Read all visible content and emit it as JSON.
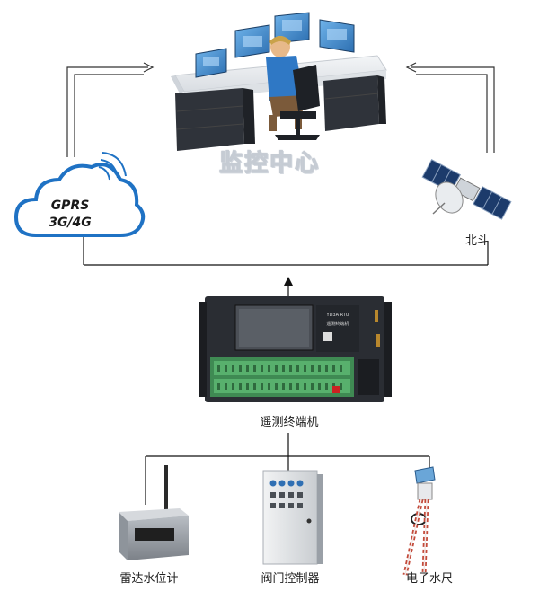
{
  "monitor_center": {
    "title": "监控中心"
  },
  "cloud": {
    "line1": "GPRS",
    "line2": "3G/4G"
  },
  "satellite": {
    "label": "北斗"
  },
  "terminal": {
    "label": "遥测终端机",
    "screen_text_1": "YD3A RTU",
    "screen_text_2": "遥测终端机"
  },
  "devices": [
    {
      "label": "雷达水位计"
    },
    {
      "label": "阀门控制器"
    },
    {
      "label": "电子水尺"
    }
  ],
  "colors": {
    "cloud_blue": "#1f72c4",
    "line": "#111111",
    "desk": "#e9ecef",
    "cabinet": "#2b2f36",
    "screen_blue": "#3b83c8"
  }
}
